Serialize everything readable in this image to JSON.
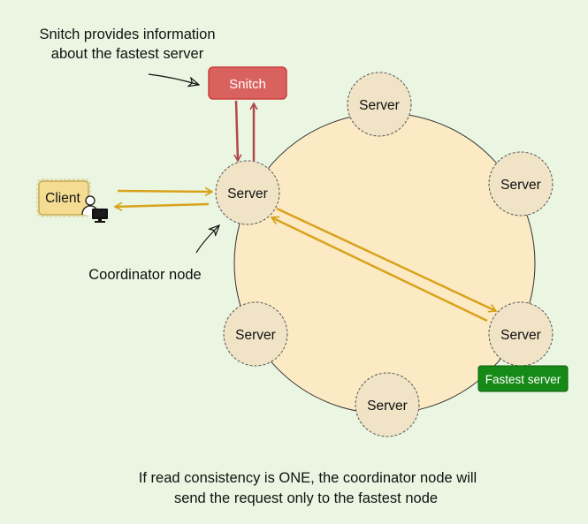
{
  "notes": {
    "snitch_note_line1": "Snitch provides information",
    "snitch_note_line2": "about the fastest server",
    "coordinator_label": "Coordinator node",
    "caption_line1": "If read consistency is ONE, the coordinator node will",
    "caption_line2": "send the request only to the fastest node"
  },
  "nodes": {
    "snitch": "Snitch",
    "client": "Client",
    "servers": [
      "Server",
      "Server",
      "Server",
      "Server",
      "Server",
      "Server"
    ],
    "fastest_badge": "Fastest server"
  },
  "colors": {
    "background": "#eaf6e2",
    "ring_fill": "#fbeac4",
    "server_fill": "#f0e3c6",
    "snitch_fill": "#d9625f",
    "snitch_arrows": "#b3474d",
    "data_arrows": "#d9a21b",
    "fastest_badge_fill": "#168a16"
  },
  "icons": [
    "user-icon",
    "monitor-icon"
  ]
}
